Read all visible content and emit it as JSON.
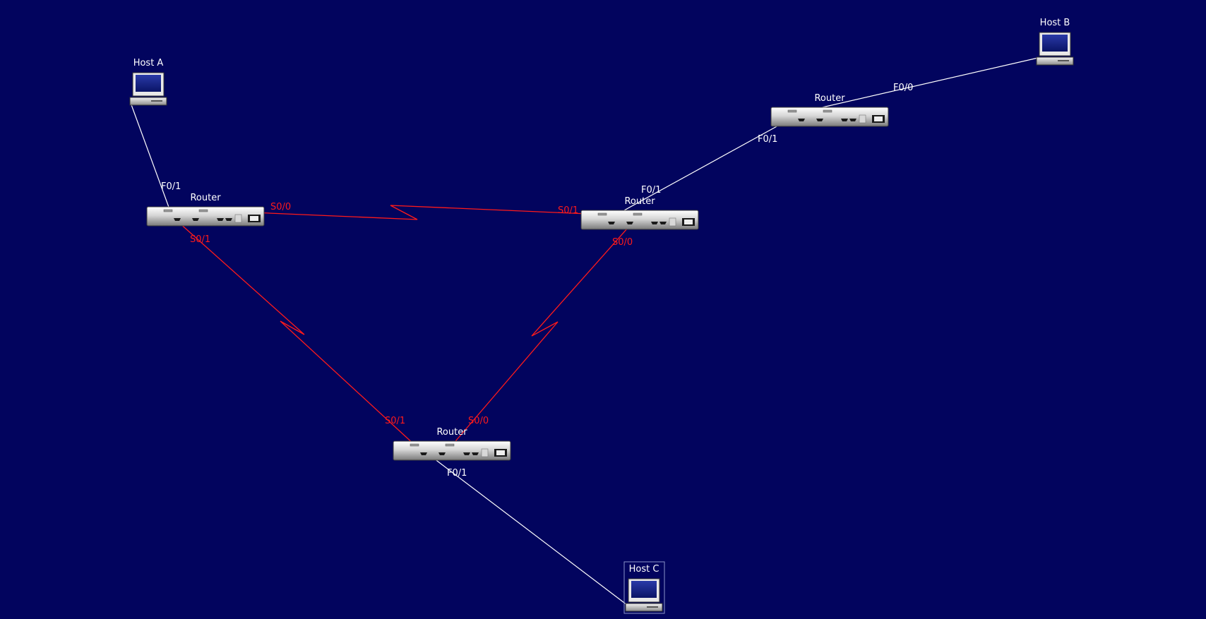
{
  "devices": {
    "host_a": {
      "label": "Host A",
      "type": "host"
    },
    "host_b": {
      "label": "Host B",
      "type": "host"
    },
    "host_c": {
      "label": "Host C",
      "type": "host",
      "selected": true
    },
    "router_left": {
      "label": "Router",
      "type": "router"
    },
    "router_mid": {
      "label": "Router",
      "type": "router"
    },
    "router_top_right": {
      "label": "Router",
      "type": "router"
    },
    "router_bottom": {
      "label": "Router",
      "type": "router"
    }
  },
  "links": {
    "host_a_router_left": {
      "type": "ethernet",
      "port_a": "F0/1"
    },
    "router_top_right_host_b": {
      "type": "ethernet",
      "port_a": "F0/0"
    },
    "router_mid_router_top_right": {
      "type": "ethernet",
      "port_a": "F0/1",
      "port_b": "F0/1"
    },
    "router_bottom_host_c": {
      "type": "ethernet",
      "port_a": "F0/1"
    },
    "router_left_router_mid": {
      "type": "serial",
      "port_a": "S0/0",
      "port_b": "S0/1"
    },
    "router_left_router_bottom": {
      "type": "serial",
      "port_a": "S0/1",
      "port_b": "S0/1"
    },
    "router_mid_router_bottom": {
      "type": "serial",
      "port_a": "S0/0",
      "port_b": "S0/0"
    }
  },
  "colors": {
    "background": "#02045e",
    "ethernet_link": "#ffffff",
    "serial_link": "#ff1a1a",
    "label_text": "#ffffff",
    "serial_label_text": "#ff1a1a"
  }
}
